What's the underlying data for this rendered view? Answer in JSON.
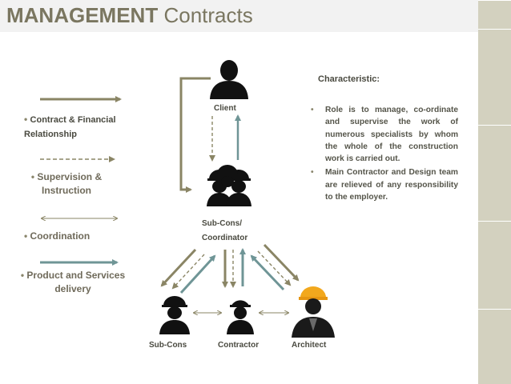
{
  "title": {
    "bold": "MANAGEMENT",
    "rest": "Contracts"
  },
  "legend": [
    {
      "label": "Contract & Financial Relationship",
      "style": "solid-olive"
    },
    {
      "label": "Supervision & Instruction",
      "style": "dashed-olive"
    },
    {
      "label": "Coordination",
      "style": "double-thin"
    },
    {
      "label": "Product and Services delivery",
      "style": "solid-teal"
    }
  ],
  "nodes": {
    "client": "Client",
    "subcons_coordinator_line1": "Sub-Cons/",
    "subcons_coordinator_line2": "Coordinator",
    "subcons": "Sub-Cons",
    "contractor": "Contractor",
    "architect": "Architect"
  },
  "characteristic": {
    "title": "Characteristic:",
    "items": [
      "Role is to manage, co-ordinate and supervise the work of numerous specialists by whom the whole of the construction work is carried out.",
      "Main Contractor and Design team are relieved of any responsibility to the employer."
    ]
  },
  "colors": {
    "olive": "#8a8565",
    "teal": "#6f9596",
    "title": "#7a7660",
    "stripe": "#d3d1bf"
  },
  "icons": [
    "client-person-icon",
    "workers-group-icon",
    "subcons-worker-icon",
    "contractor-worker-icon",
    "architect-icon"
  ]
}
